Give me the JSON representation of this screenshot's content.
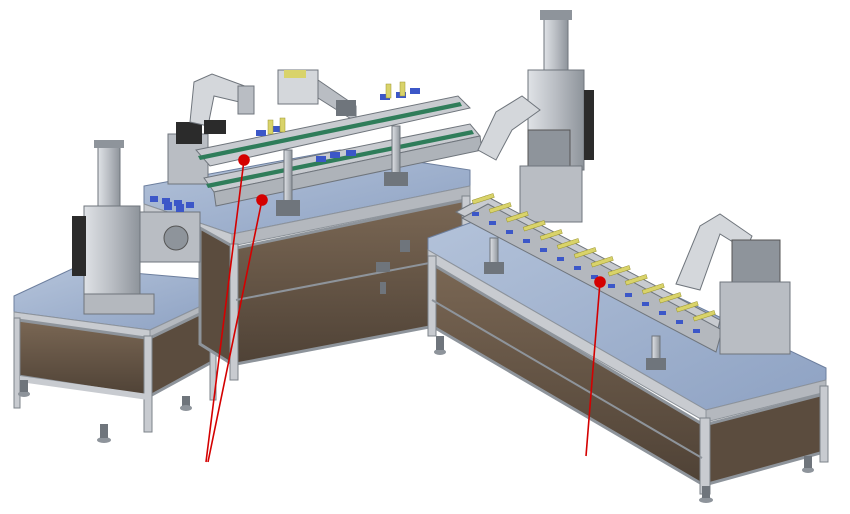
{
  "image": {
    "background": "#ffffff",
    "description_colors": {
      "frame": "#c8cbd0",
      "frame_dark": "#8e949b",
      "tabletop": "#9fb2cf",
      "tabletop_edge": "#7d8fae",
      "panel_brown": "#6b5a48",
      "panel_brown_dark": "#4e4136",
      "belt_green": "#2f7d5a",
      "roller_blue": "#3c57c8",
      "bracket_yellow": "#d9d36a",
      "metal": "#b9bdc3",
      "metal_dark": "#6f757c",
      "callout_red": "#d40000"
    }
  },
  "callouts": [
    {
      "id": "upper-conveyor"
    },
    {
      "id": "lower-conveyor"
    },
    {
      "id": "right-conveyor"
    }
  ]
}
